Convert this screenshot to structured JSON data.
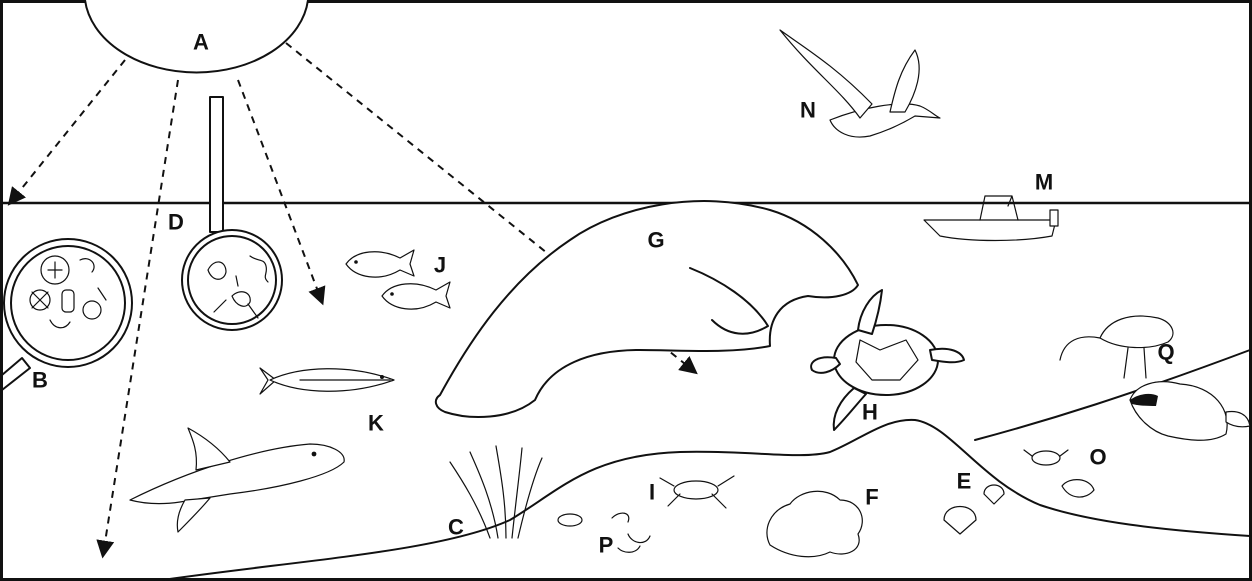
{
  "labels": {
    "sun": "A",
    "plankton_lens_left": "B",
    "seagrass": "C",
    "plankton_lens_center": "D",
    "shells": "E",
    "sponge_coral": "F",
    "manatee": "G",
    "sea_turtle": "H",
    "blue_crab": "I",
    "small_fish": "J",
    "snook": "K",
    "boat": "M",
    "pelican": "N",
    "shore_crab_snail": "O",
    "worms_amphipod": "P",
    "spoonbill_raccoon": "Q"
  },
  "colors": {
    "ink": "#111111",
    "background": "#ffffff"
  }
}
